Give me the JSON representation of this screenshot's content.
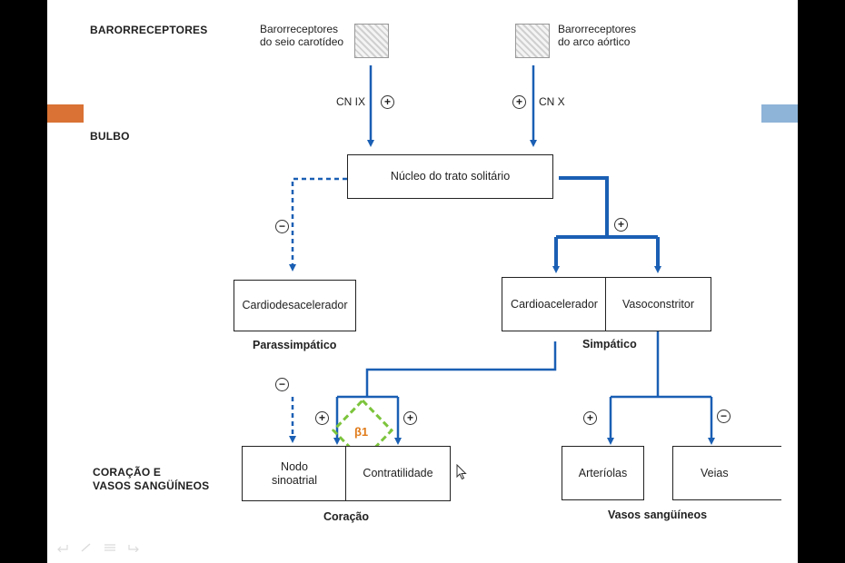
{
  "levels": {
    "baroreceptores": "BARORRECEPTORES",
    "bulbo": "BULBO",
    "coracao_vasos_line1": "CORAÇÃO E",
    "coracao_vasos_line2": "VASOS SANGÜÍNEOS"
  },
  "receptors": {
    "carotid_line1": "Barorreceptores",
    "carotid_line2": "do seio carotídeo",
    "aortic_line1": "Barorreceptores",
    "aortic_line2": "do arco aórtico"
  },
  "nerves": {
    "left": "CN IX",
    "right": "CN X"
  },
  "signs": {
    "plus": "+",
    "minus": "−"
  },
  "boxes": {
    "nucleo": "Núcleo do trato solitário",
    "cardiodesacelerador": "Cardiodesacelerador",
    "cardioacelerador": "Cardioacelerador",
    "vasoconstritor": "Vasoconstritor",
    "nodo_line1": "Nodo",
    "nodo_line2": "sinoatrial",
    "contratilidade": "Contratilidade",
    "arteriolas": "Arteríolas",
    "veias": "Veias"
  },
  "captions": {
    "parassimpatico": "Parassimpático",
    "simpatico": "Simpático",
    "coracao": "Coração",
    "vasos": "Vasos sangüíneos"
  },
  "beta": "β1",
  "colors": {
    "arrow_blue": "#1a5fb4",
    "tab_orange": "#d97234",
    "tab_blue": "#8eb4d8",
    "beta_green": "#7cc43c",
    "beta_text": "#e07b1a"
  }
}
